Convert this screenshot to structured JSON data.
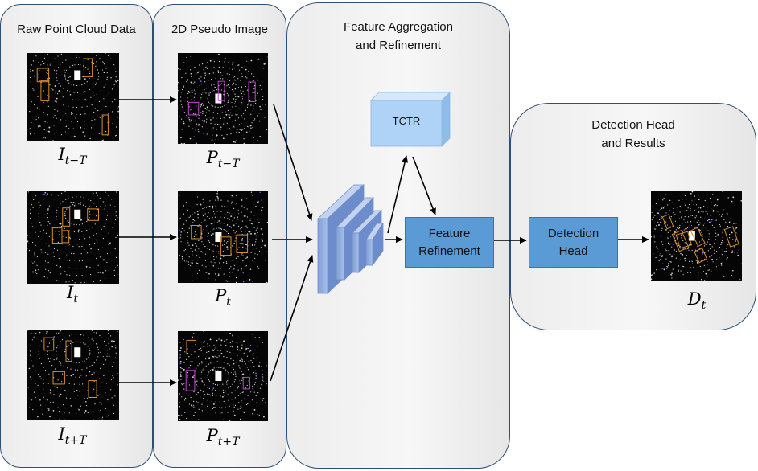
{
  "panels": {
    "raw": {
      "title": "Raw Point Cloud Data"
    },
    "pseudo": {
      "title": "2D Pseudo Image"
    },
    "aggregation": {
      "title_line1": "Feature Aggregation",
      "title_line2": "and Refinement"
    },
    "detection": {
      "title_line1": "Detection Head",
      "title_line2": "and Results"
    }
  },
  "labels": {
    "i_prev": {
      "base": "I",
      "sub": "t−T"
    },
    "i_cur": {
      "base": "I",
      "sub": "t"
    },
    "i_next": {
      "base": "I",
      "sub": "t+T"
    },
    "p_prev": {
      "base": "P",
      "sub": "t−T"
    },
    "p_cur": {
      "base": "P",
      "sub": "t"
    },
    "p_next": {
      "base": "P",
      "sub": "t+T"
    },
    "d_cur": {
      "base": "D",
      "sub": "t"
    }
  },
  "boxes": {
    "tctr": "TCTR",
    "refine_line1": "Feature",
    "refine_line2": "Refinement",
    "head_line1": "Detection",
    "head_line2": "Head"
  },
  "colors": {
    "box_fill": "#5b9bd5",
    "tctr_fill": "#a9d0f5",
    "stack_fill": "#8faadc",
    "panel_border": "#2e4f73",
    "bbox_orange": "#d98c2b"
  }
}
